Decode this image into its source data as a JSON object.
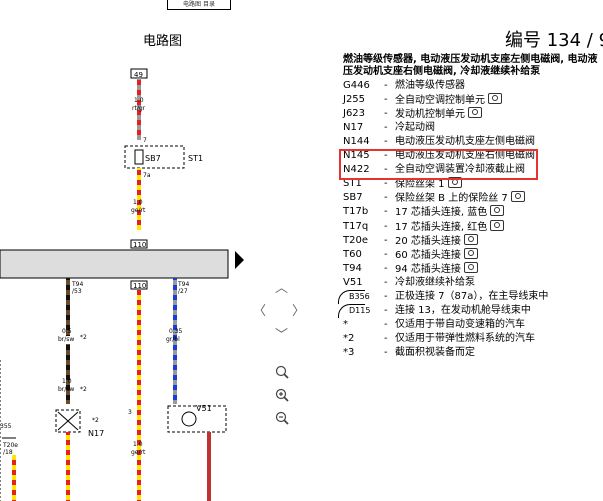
{
  "header": {
    "top_tab": "电路图 目录",
    "title": "电路图",
    "number": "编号  134 / 9"
  },
  "legend": {
    "title_line1": "燃油等级传感器, 电动液压发动机支座左侧电磁阀, 电动液",
    "title_line2": "压发动机支座右侧电磁阀, 冷却液继续补给泵",
    "items": [
      {
        "code": "G446",
        "desc": "燃油等级传感器",
        "cam": false
      },
      {
        "code": "J255",
        "desc": "全自动空调控制单元",
        "cam": true
      },
      {
        "code": "J623",
        "desc": "发动机控制单元",
        "cam": true
      },
      {
        "code": "N17",
        "desc": "冷起动阀",
        "cam": false
      },
      {
        "code": "N144",
        "desc": "电动液压发动机支座左侧电磁阀",
        "cam": false
      },
      {
        "code": "N145",
        "desc": "电动液压发动机支座右侧电磁阀",
        "cam": false
      },
      {
        "code": "N422",
        "desc": "全自动空调装置冷却液截止阀",
        "cam": false
      },
      {
        "code": "ST1",
        "desc": "保险丝架 1",
        "cam": true
      },
      {
        "code": "SB7",
        "desc": "保险丝架 B 上的保险丝 7",
        "cam": true
      },
      {
        "code": "T17b",
        "desc": "17 芯插头连接, 蓝色",
        "cam": true
      },
      {
        "code": "T17q",
        "desc": "17 芯插头连接, 红色",
        "cam": true
      },
      {
        "code": "T20e",
        "desc": "20 芯插头连接",
        "cam": true
      },
      {
        "code": "T60",
        "desc": "60 芯插头连接",
        "cam": true
      },
      {
        "code": "T94",
        "desc": "94 芯插头连接",
        "cam": true
      },
      {
        "code": "V51",
        "desc": "冷却液继续补给泵",
        "cam": false
      },
      {
        "code": "B356",
        "desc": "正极连接 7（87a），在主导线束中",
        "cam": false
      },
      {
        "code": "D115",
        "desc": "连接 13，在发动机舱导线束中",
        "cam": false
      },
      {
        "code": "*",
        "desc": "仅适用于带自动变速箱的汽车",
        "cam": false
      },
      {
        "code": "*2",
        "desc": "仅适用于带弹性燃料系统的汽车",
        "cam": false
      },
      {
        "code": "*3",
        "desc": "截面积视装备而定",
        "cam": false
      }
    ]
  },
  "diagram": {
    "label_49": "49",
    "wire1": "1.0",
    "wire1_color": "rt/gr",
    "sb7": "SB7",
    "st1": "ST1",
    "pin7": "7",
    "pin7a": "7a",
    "wire2": "1.0",
    "wire2_color": "ge/rt",
    "label_110a": "110",
    "label_110b": "110",
    "t94_53": "T94",
    "t94_53b": "/53",
    "t94_27": "T94",
    "t94_27b": "/27",
    "w05": "0.5",
    "w05c": "br/sw",
    "w05s": "*2",
    "w035": "0.35",
    "w035c": "gr/bl",
    "w10b": "1.0",
    "w10bc": "br/sw",
    "w10bs": "*2",
    "n17": "N17",
    "n17s": "*2",
    "pin3": "3",
    "v51": "V51",
    "w10c": "1.0",
    "w10cc": "ge/rt",
    "t20e": "T20e",
    "t20eb": "/18",
    "s355": "355"
  },
  "nav": {
    "up": "︿",
    "down": "﹀",
    "left": "〈",
    "right": "〉"
  },
  "colors": {
    "highlight": "#e8322e",
    "wire_red": "#e42020",
    "wire_yellow": "#ffe600",
    "wire_blue": "#1a3cd8"
  }
}
